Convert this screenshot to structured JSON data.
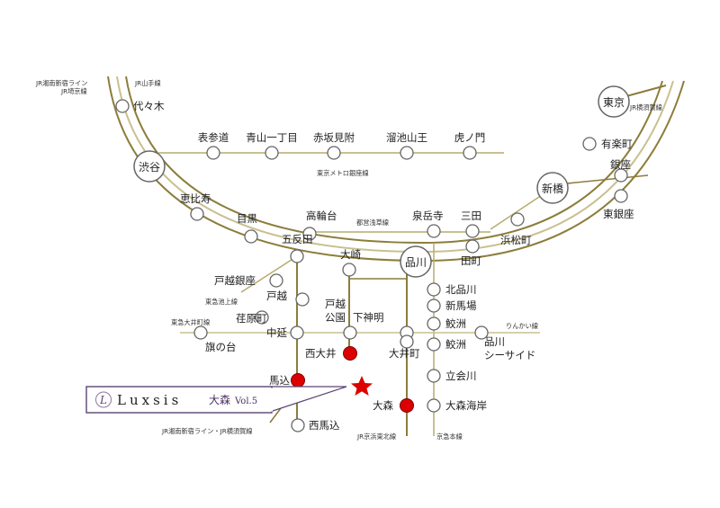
{
  "line_labels": {
    "shonan_saikyo": [
      "JR湘南新宿ライン",
      "JR埼京線"
    ],
    "yamanote": "JR山手線",
    "yokosuka_tokyo": "JR横須賀線",
    "ginza": "東京メトロ銀座線",
    "asakusa": "都営浅草線",
    "ikegami": "東急池上線",
    "oimachi": "東急大井町線",
    "rinkai": "りんかい線",
    "shonan_yokosuka": "JR湘南新宿ライン・JR横須賀線",
    "keihin_tohoku": "JR京浜東北線",
    "keikyu": "京急本線"
  },
  "stations": {
    "yoyogi": "代々木",
    "shibuya": "渋谷",
    "omotesando": "表参道",
    "aoyama_itchome": "青山一丁目",
    "akasaka_mitsuke": "赤坂見附",
    "tameike_sanno": "溜池山王",
    "toranomon": "虎ノ門",
    "tokyo": "東京",
    "yurakucho": "有楽町",
    "ginza": "銀座",
    "shimbashi": "新橋",
    "higashi_ginza": "東銀座",
    "ebisu": "恵比寿",
    "meguro": "目黒",
    "takanawadai": "高輪台",
    "sengakuji": "泉岳寺",
    "mita": "三田",
    "hamamatsucho": "浜松町",
    "tamachi": "田町",
    "gotanda": "五反田",
    "osaki": "大崎",
    "shinagawa": "品川",
    "togoshi_ginza": "戸越銀座",
    "togoshi": "戸越",
    "ebara_machi": "荏原町",
    "togoshi_koen": [
      "戸越",
      "公園"
    ],
    "shimo_shimmei": "下神明",
    "kita_shinagawa": "北品川",
    "shin_bamba": "新馬場",
    "aomono_yokocho": "鮫洲",
    "hatanodai": "旗の台",
    "nakanobu": "中延",
    "nishi_oi": "西大井",
    "oimachi": "大井町",
    "samezu": "鮫洲",
    "shinagawa_seaside": [
      "品川",
      "シーサイド"
    ],
    "tachiaigawa": "立会川",
    "magome": "馬込",
    "omori": "大森",
    "omori_kaigan": "大森海岸",
    "nishi_magome": "西馬込"
  },
  "banner": {
    "logo_letter": "L",
    "name": "Luxsis",
    "ward": "大森",
    "volume": "Vol.5"
  },
  "colors": {
    "jr_ring": "#8c7d3a",
    "subway_line": "#b7ab6e",
    "minor_line": "#c9c08f",
    "station_fill": "#ffffff",
    "station_stroke": "#666666",
    "highlight_station": "#dd0000",
    "star": "#dd0000",
    "banner_border": "#5c4475",
    "banner_fill": "#ffffff"
  }
}
